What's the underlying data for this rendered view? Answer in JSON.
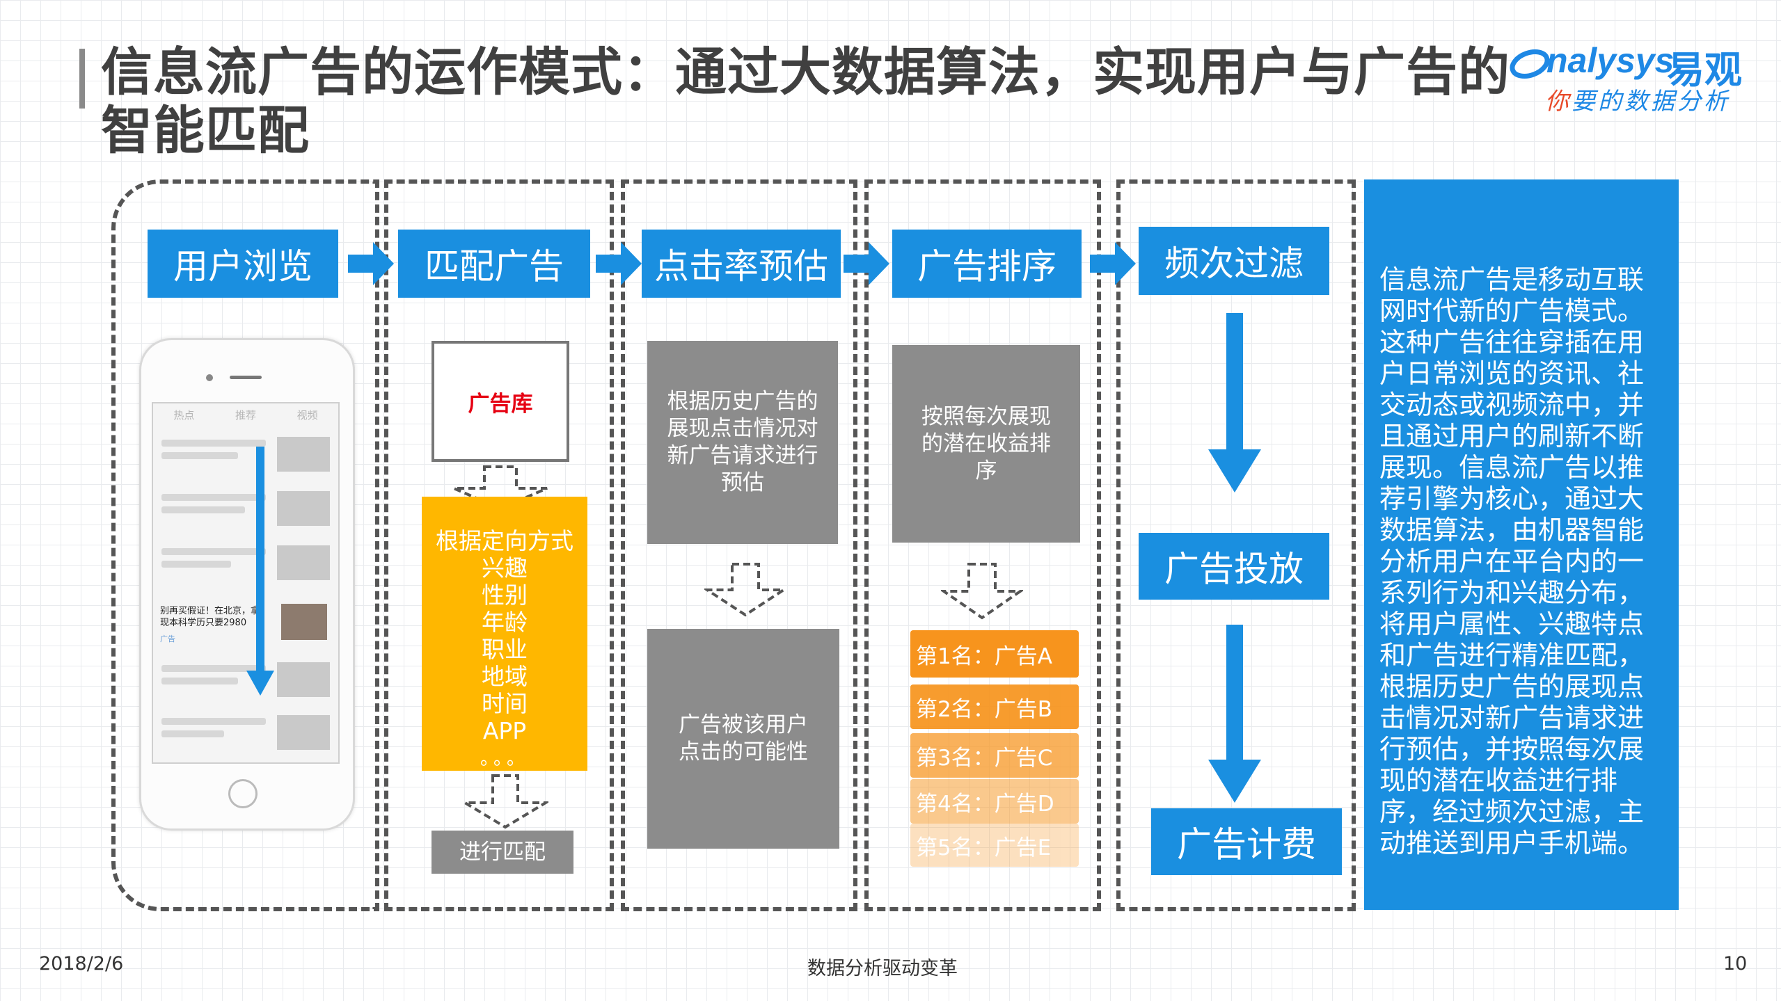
{
  "title": "信息流广告的运作模式：通过大数据算法，实现用户与广告的智能匹配",
  "logo": {
    "brand_en": "Analysys",
    "brand_en_display": "nalysys",
    "brand_cn": "易观",
    "tagline_first": "你",
    "tagline_rest": "要的数据分析"
  },
  "steps": [
    {
      "label": "用户浏览"
    },
    {
      "label": "匹配广告"
    },
    {
      "label": "点击率预估"
    },
    {
      "label": "广告排序"
    },
    {
      "label": "频次过滤"
    }
  ],
  "phone_ad": {
    "tabs": [
      "热点",
      "推荐",
      "视频"
    ],
    "ad_text_1": "别再买假证！在北京，拿",
    "ad_text_2": "现本科学历只要2980",
    "ad_tag": "广告"
  },
  "match": {
    "ad_library": "广告库",
    "targeting_title": "根据定向方式",
    "targeting_items": [
      "兴趣",
      "性别",
      "年龄",
      "职业",
      "地域",
      "时间",
      "APP"
    ],
    "ellipsis": "。。。",
    "do_match": "进行匹配"
  },
  "ctr": {
    "box_top": "根据历史广告的展现点击情况对新广告请求进行预估",
    "box_bottom": "广告被该用户点击的可能性"
  },
  "ranking": {
    "box_top": "按照每次展现的潜在收益排序",
    "ranks": [
      "第1名：广告A",
      "第2名：广告B",
      "第3名：广告C",
      "第4名：广告D",
      "第5名：广告E"
    ]
  },
  "filter": {
    "deliver": "广告投放",
    "billing": "广告计费"
  },
  "panel_text": "信息流广告是移动互联网时代新的广告模式。这种广告往往穿插在用户日常浏览的资讯、社交动态或视频流中，并且通过用户的刷新不断展现。信息流广告以推荐引擎为核心，通过大数据算法，由机器智能分析用户在平台内的一系列行为和兴趣分布，将用户属性、兴趣特点和广告进行精准匹配，根据历史广告的展现点击情况对新广告请求进行预估，并按照每次展现的潜在收益进行排序，经过频次过滤，主动推送到用户手机端。",
  "footer": {
    "date": "2018/2/6",
    "center": "数据分析驱动变革",
    "page": "10"
  },
  "colors": {
    "blue": "#1a8fe0",
    "gray": "#8c8c8c",
    "yellow": "#ffb700",
    "orange": "#f7941d",
    "title": "#404040"
  }
}
